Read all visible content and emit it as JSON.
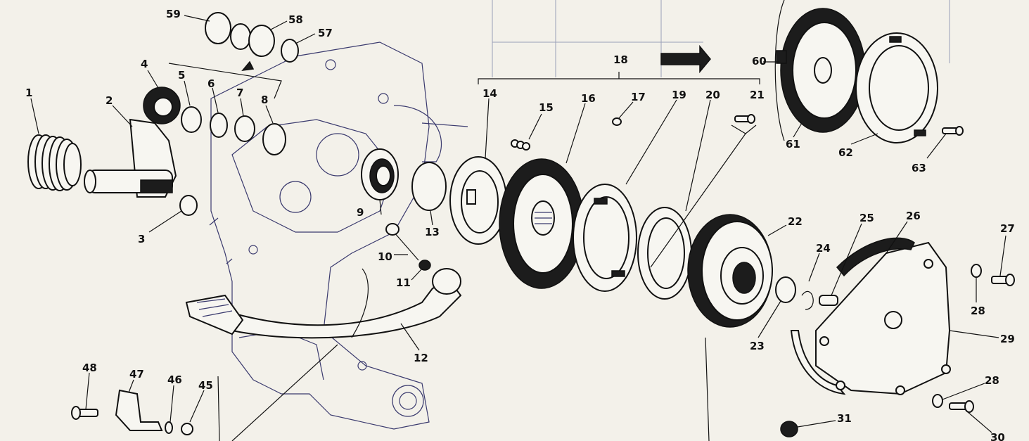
{
  "diagram": {
    "labels": [
      "1",
      "2",
      "3",
      "4",
      "5",
      "6",
      "7",
      "8",
      "9",
      "10",
      "11",
      "12",
      "13",
      "14",
      "15",
      "16",
      "17",
      "18",
      "19",
      "20",
      "21",
      "22",
      "23",
      "24",
      "25",
      "26",
      "27",
      "28",
      "28",
      "29",
      "30",
      "31",
      "45",
      "46",
      "47",
      "48",
      "57",
      "58",
      "59",
      "60",
      "61",
      "62",
      "63"
    ]
  },
  "colors": {
    "ink": "#111111",
    "paper": "#f3f1ea",
    "linework": "#3a3a6e"
  }
}
